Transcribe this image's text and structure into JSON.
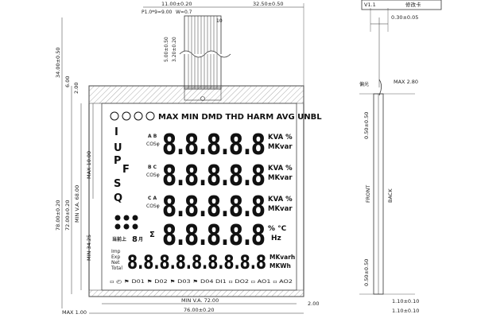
{
  "title_block": {
    "version": "V1.1",
    "revision": "修改卡"
  },
  "dims": {
    "top_pitch_width": "11.00±0.20",
    "pitch_note": "P1.0*9=9.00",
    "pin_width": "W=0.7",
    "pin_count": "10",
    "right_offset": "32.50±0.50",
    "fpc_length": "5.00±0.50",
    "fpc_short": "3.20±0.20",
    "overall_height_outer": "34.00±0.50",
    "left_6": "6.00",
    "left_2": "2.00",
    "total_height": "78.00±0.20",
    "glass_height": "72.00±0.20",
    "va_height": "MIN V.A. 68.00",
    "max_10": "MAX 10.00",
    "min_34": "MIN 34.25",
    "bottom_min_va": "MIN V.A. 72.00",
    "bottom_total": "76.00±0.20",
    "bottom_right_2": "2.00",
    "bottom_left_max": "MAX 1.00",
    "side_max": "MAX 2.80",
    "side_top": "0.30±0.05",
    "side_mid": "0.50±0.50",
    "side_low": "0.50±0.50",
    "side_b1": "1.10±0.10",
    "side_b2": "1.10±0.10",
    "side_label_pol": "偏光",
    "front": "FRONT",
    "back": "BACK"
  },
  "display": {
    "header": "MAX MIN DMD THD HARM AVG UNBL",
    "left_letters": [
      "I",
      "U",
      "P",
      "F",
      "S",
      "Q"
    ],
    "row1_tag_top": "A B",
    "row1_tag_bot": "COSφ",
    "row2_tag_top": "B C",
    "row2_tag_bot": "COSφ",
    "row3_tag_top": "C A",
    "row3_tag_bot": "COSφ",
    "big_digits": "8.8.8.8.8",
    "units_1a": "KVA %",
    "units_1b": "MKvar",
    "units_2a": "KVA %",
    "units_2b": "MKvar",
    "units_3a": "KVA %",
    "units_3b": "MKvar",
    "units_4a": "% °C",
    "units_4b": "Hz",
    "sigma": "Σ",
    "month_label": "当前上",
    "month_digit": "8",
    "month_unit": "月",
    "energy_tags": [
      "Imp",
      "Exp",
      "Net",
      "Total"
    ],
    "energy_digits": "8.8.8.8.8.8.8.8.8",
    "energy_unit_a": "MKvarh",
    "energy_unit_b": "MKWh",
    "bottom_icons": "▫ ◴ ⚑ D01 ⚑ D02 ⚑ D03 ⚑ D04 DI1 ▫ DO2 ▫ AO1 ▫ AO2"
  }
}
